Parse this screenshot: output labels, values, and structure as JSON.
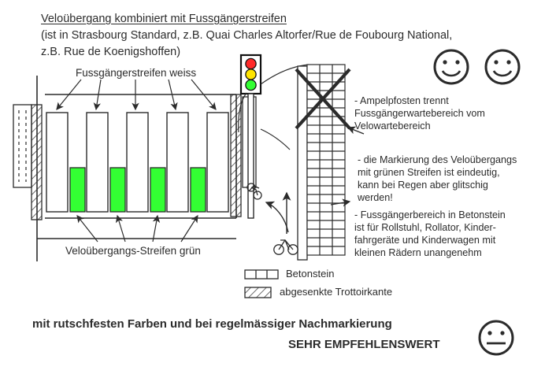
{
  "title": {
    "line1": "Veloübergang kombiniert mit Fussgängerstreifen",
    "line2": "(ist in Strasbourg Standard, z.B. Quai Charles Altorfer/Rue de Foubourg National,",
    "line3": "z.B. Rue de Koenigshoffen)"
  },
  "diagram": {
    "label_top": "Fussgängerstreifen weiss",
    "label_bottom": "Veloübergangs-Streifen grün",
    "white_stripe_count": 5,
    "green_stripe_count": 4,
    "top_arrow_count": 5,
    "bottom_arrow_count": 4,
    "traffic_light": {
      "name": "Ampel",
      "lamps": [
        "red",
        "yellow",
        "green"
      ],
      "red_color": "#FF2A2A",
      "yellow_color": "#FFE400",
      "green_color": "#33FF33"
    },
    "green_stripe_color": "#33FF33",
    "stroke_color": "#2b2b2b",
    "betonstein_grid": {
      "columns": 3,
      "rows": 22,
      "crossed_out": true
    }
  },
  "notes": {
    "note1": "- Ampelpfosten trennt\nFussgängerwartebereich vom\nVelowartebereich",
    "note2": "- die Markierung des Veloübergangs\n mit grünen Streifen ist eindeutig,\n kann bei Regen aber glitschig\n werden!",
    "note3": "- Fussgängerbereich in Betonstein\nist für Rollstuhl, Rollator, Kinder-\nfahrgeräte und Kinderwagen mit\nkleinen Rädern unangenehm"
  },
  "legend": {
    "item1_label": "Betonstein",
    "item2_label": "abgesenkte Trottoirkante"
  },
  "footer": {
    "line1": "mit rutschfesten Farben und bei regelmässiger Nachmarkierung",
    "line2": "SEHR EMPFEHLENSWERT"
  },
  "faces": {
    "top_right_1": "smiley-happy",
    "top_right_2": "smiley-happy",
    "bottom_right": "smiley-neutral"
  }
}
